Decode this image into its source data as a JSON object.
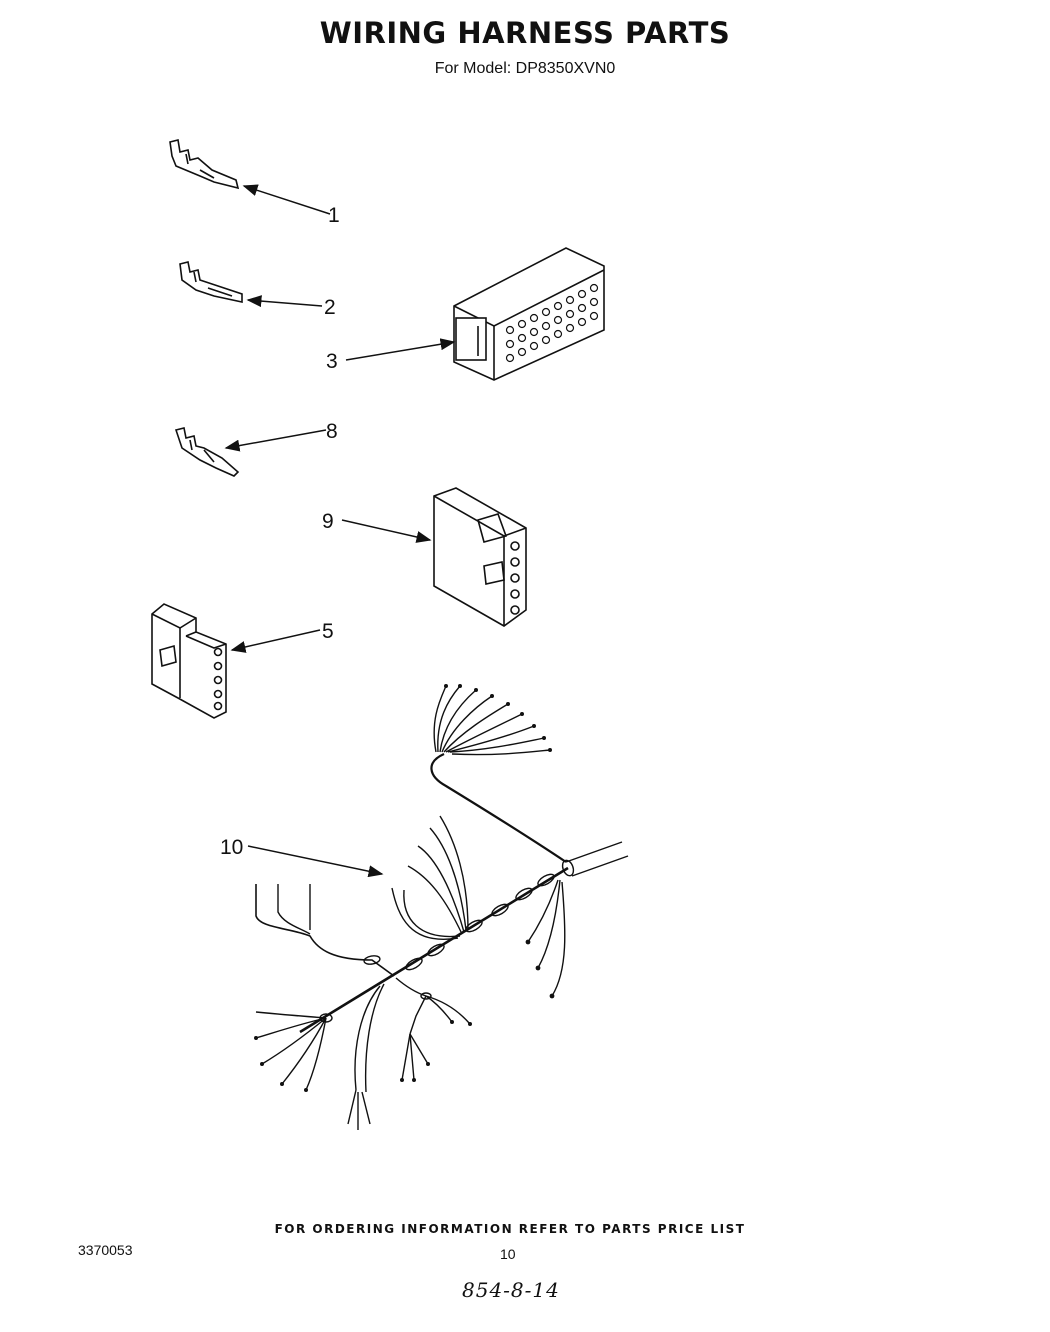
{
  "header": {
    "title": "WIRING HARNESS PARTS",
    "subtitle": "For Model: DP8350XVN0"
  },
  "callouts": {
    "c1": "1",
    "c2": "2",
    "c3": "3",
    "c8": "8",
    "c9": "9",
    "c5": "5",
    "c10": "10"
  },
  "footer": {
    "note": "FOR ORDERING INFORMATION REFER TO PARTS PRICE LIST",
    "doc_number": "3370053",
    "page_number": "10",
    "handwritten": "854-8-14"
  }
}
